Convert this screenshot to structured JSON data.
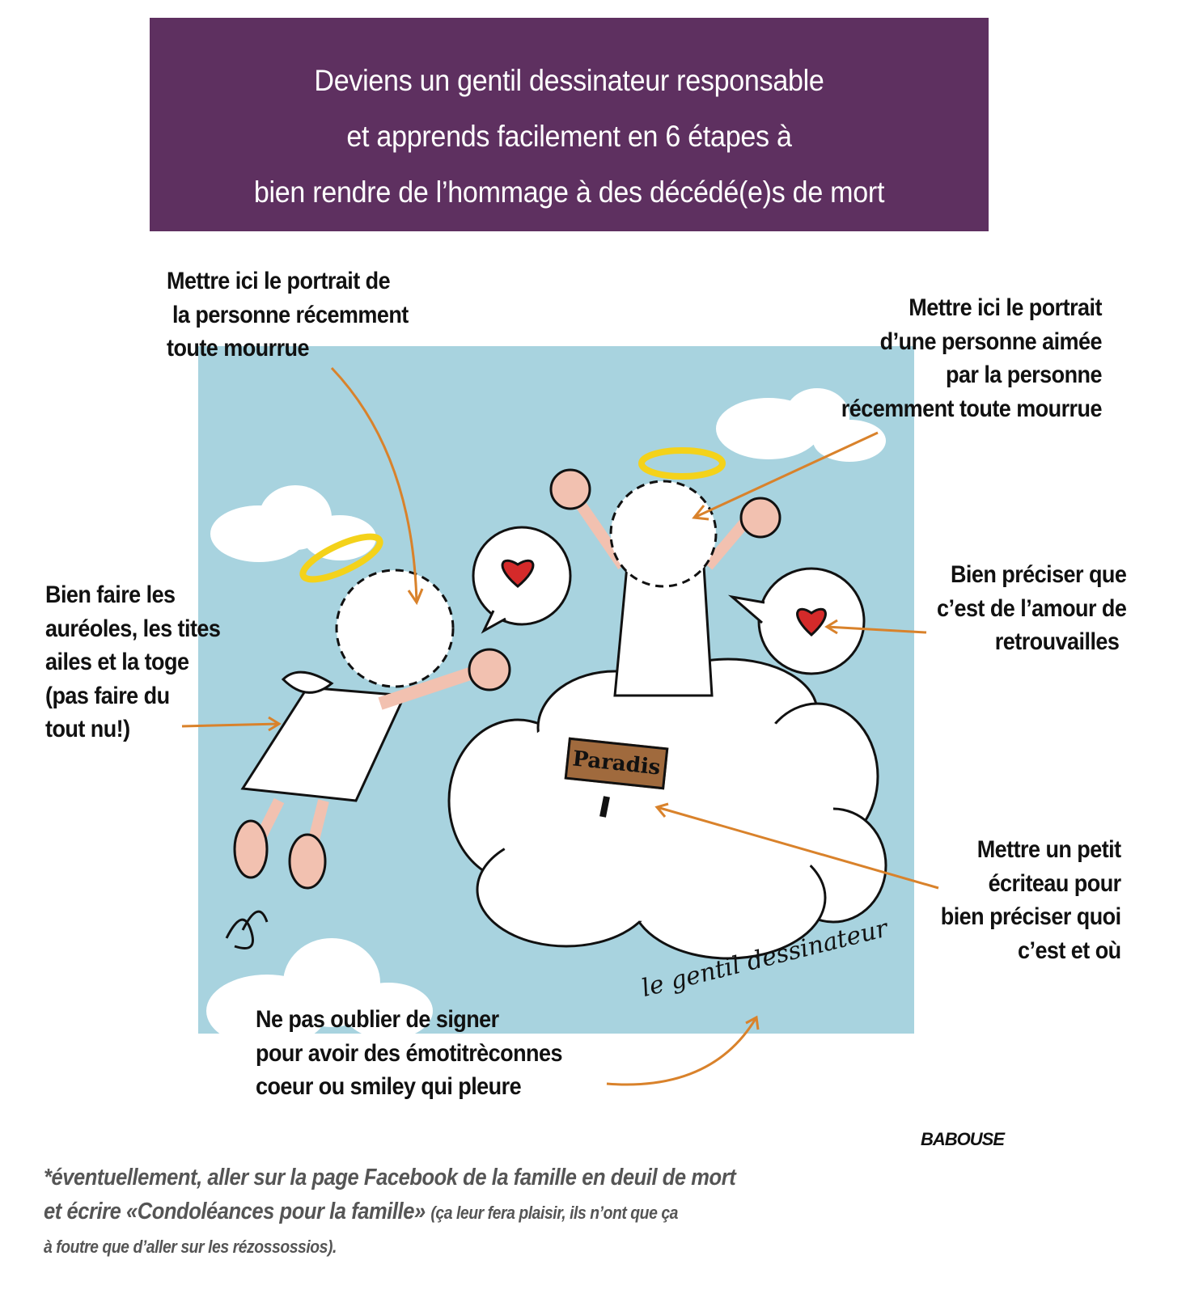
{
  "header": {
    "lines": [
      "Deviens un gentil dessinateur responsable",
      "et apprends facilement en 6 étapes à",
      "bien rendre de l’hommage à des décédé(e)s de mort"
    ],
    "background": "#5e3060"
  },
  "annotations": {
    "portrait_deceased": [
      "Mettre ici le portrait de",
      " la personne récemment",
      "toute mourrue"
    ],
    "portrait_loved": [
      "Mettre ici le portrait",
      "d’une personne aimée",
      "par la personne",
      "récemment toute mourrue"
    ],
    "halos": [
      "Bien faire les",
      "auréoles, les tites",
      "ailes et la toge",
      "(pas faire du",
      "tout nu!)"
    ],
    "love": [
      "Bien préciser que",
      "c’est de l’amour de",
      "retrouvailles"
    ],
    "sign_note": [
      "Mettre un petit",
      "écriteau pour",
      "bien préciser quoi",
      "c’est et où"
    ],
    "signature_note": [
      "Ne pas oublier de signer",
      "pour avoir des émotitrèconnes",
      "coeur ou smiley qui pleure"
    ]
  },
  "illustration": {
    "sign_label": "Paradis",
    "signature": "le gentil dessinateur",
    "sky_color": "#a8d3df",
    "arrow_color": "#d9822b"
  },
  "artist": "BABOUSE",
  "footer": {
    "line1": "*éventuellement, aller sur la page Facebook de la famille en deuil de mort",
    "line2_main": "et écrire «Condoléances pour la famille» ",
    "line2_small": "(ça leur fera plaisir, ils n’ont que ça",
    "line3": "à foutre que d’aller sur les rézossossios)."
  }
}
